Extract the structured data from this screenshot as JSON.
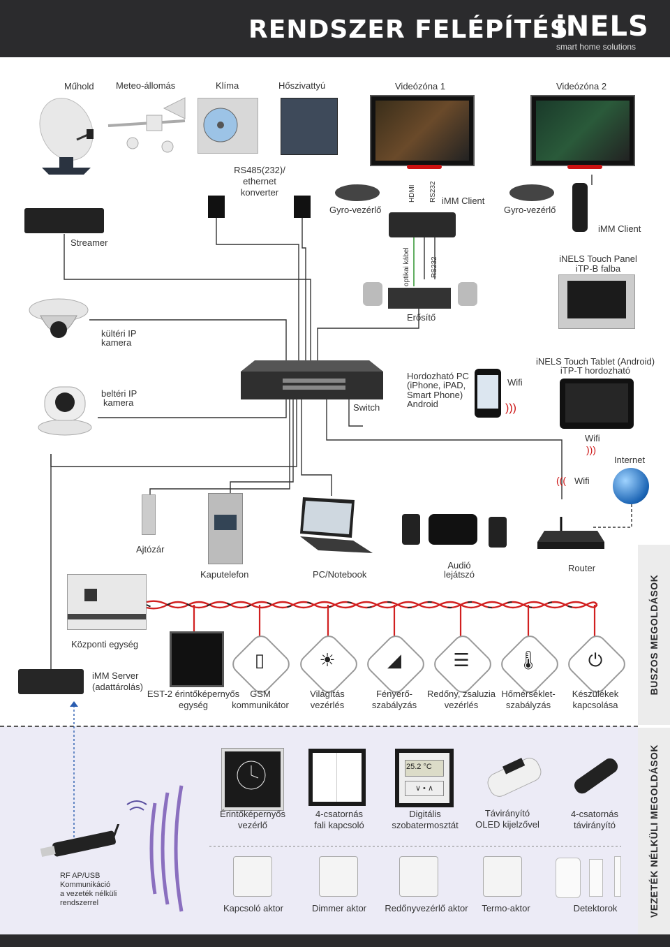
{
  "header": {
    "title": "RENDSZER FELÉPÍTÉS",
    "logo": "iNELS",
    "tagline": "smart home solutions"
  },
  "sidebar": {
    "bus": "BUSZOS MEGOLDÁSOK",
    "wireless": "VEZETÉK NÉLKÜLI MEGOLDÁSOK"
  },
  "top_row": {
    "muhold": "Műhold",
    "meteo": "Meteo-állomás",
    "klima": "Klíma",
    "hoszivattyu": "Hőszivattyú",
    "video1": "Videózóna 1",
    "video2": "Videózóna 2"
  },
  "labels": {
    "rs485_1": "RS485(232)/",
    "rs485_2": "ethernet",
    "rs485_3": "konverter",
    "gyro1": "Gyro-vezérlő",
    "gyro2": "Gyro-vezérlő",
    "hdmi": "HDMI",
    "rs232_a": "RS232",
    "imm_client1": "iMM Client",
    "imm_client2": "iMM Client",
    "streamer": "Streamer",
    "optikai": "optikai kábel",
    "rs232_b": "RS232",
    "touchpanel_1": "iNELS Touch Panel",
    "touchpanel_2": "iTP-B falba",
    "erosito": "Erősítő",
    "kulteri_1": "kültéri IP",
    "kulteri_2": "kamera",
    "belteri_1": "beltéri IP",
    "belteri_2": "kamera",
    "switch": "Switch",
    "pc_1": "Hordozható PC",
    "pc_2": "(iPhone, iPAD,",
    "pc_3": "Smart Phone)",
    "pc_4": "Android",
    "wifi1": "Wifi",
    "tablet_1": "iNELS Touch Tablet (Android)",
    "tablet_2": "iTP-T hordozható",
    "wifi2": "Wifi",
    "internet": "Internet",
    "wifi3": "Wifi",
    "ajtozar": "Ajtózár",
    "kaputelefon": "Kaputelefon",
    "pc_notebook": "PC/Notebook",
    "audio_1": "Audió",
    "audio_2": "lejátszó",
    "router": "Router",
    "kozponti": "Központi egység",
    "imm_server_1": "iMM Server",
    "imm_server_2": "(adattárolás)",
    "est2_1": "EST-2 érintőképernyős",
    "est2_2": "egység",
    "gsm_1": "GSM",
    "gsm_2": "kommunikátor",
    "vilagitas_1": "Világítás",
    "vilagitas_2": "vezérlés",
    "fenyero_1": "Fényerő-",
    "fenyero_2": "szabályzás",
    "redony_1": "Redőny, zsaluzia",
    "redony_2": "vezérlés",
    "homerseklet_1": "Hőmérséklet-",
    "homerseklet_2": "szabályzás",
    "keszulekek_1": "Készülékek",
    "keszulekek_2": "kapcsolása"
  },
  "wireless": {
    "erinto_1": "Érintőképernyős",
    "erinto_2": "vezérlő",
    "kapcsolo4_1": "4-csatornás",
    "kapcsolo4_2": "fali kapcsoló",
    "digitalis_1": "Digitális",
    "digitalis_2": "szobatermosztát",
    "taviranyito_1": "Távirányító",
    "taviranyito_2": "OLED kijelzővel",
    "taviranyito4_1": "4-csatornás",
    "taviranyito4_2": "távirányító",
    "thermostat_value": "25.2 °C",
    "rf_1": "RF AP/USB",
    "rf_2": "Kommunikáció",
    "rf_3": "a vezeték nélküli",
    "rf_4": "rendszerrel",
    "kapcsolo_aktor": "Kapcsoló aktor",
    "dimmer_aktor": "Dimmer aktor",
    "redony_aktor": "Redőnyvezérlő aktor",
    "termo_aktor": "Termo-aktor",
    "detektorok": "Detektorok"
  },
  "colors": {
    "dark": "#2b2b2d",
    "bus_red": "#d11f1f",
    "wire": "#333333",
    "green": "#3a9a3a",
    "wireless_bg": "#ecebf6"
  }
}
